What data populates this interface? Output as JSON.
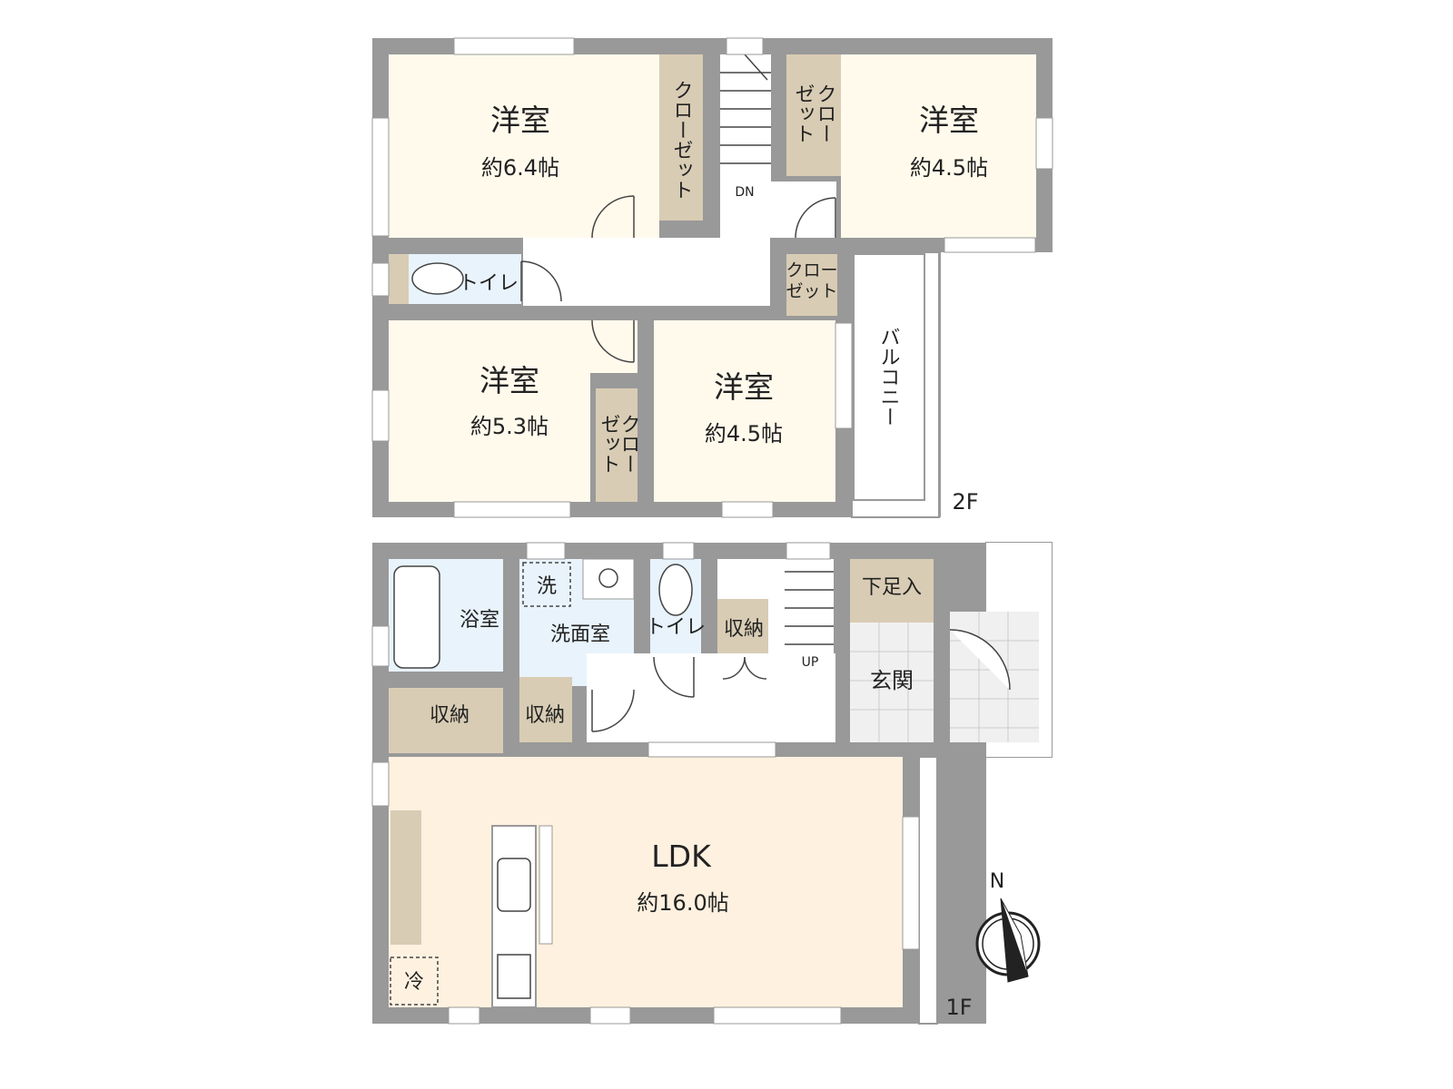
{
  "floor2": {
    "floor_label": "2F",
    "rooms": [
      {
        "id": "r1",
        "name": "洋室",
        "size": "約6.4帖"
      },
      {
        "id": "r2",
        "name": "洋室",
        "size": "約4.5帖"
      },
      {
        "id": "r3",
        "name": "洋室",
        "size": "約5.3帖"
      },
      {
        "id": "r4",
        "name": "洋室",
        "size": "約4.5帖"
      }
    ],
    "toilet": "トイレ",
    "closet_long": "クローゼット",
    "closet_col1": "クロー",
    "closet_col2": "ゼット",
    "balcony": "バルコニー",
    "stairs": "DN"
  },
  "floor1": {
    "floor_label": "1F",
    "ldk": {
      "name": "LDK",
      "size": "約16.0帖"
    },
    "bath": "浴室",
    "washroom": "洗面室",
    "washer": "洗",
    "toilet": "トイレ",
    "storage": "収納",
    "shoe_storage": "下足入",
    "entrance": "玄関",
    "fridge": "冷",
    "stairs": "UP"
  },
  "compass": {
    "north": "N"
  },
  "colors": {
    "wall": "#999999",
    "western_room": "#fffaec",
    "storage": "#d8ccb4",
    "wet_area": "#e8f3fc",
    "ldk": "#fff1e0",
    "entrance_tile": "#f0f0f0"
  }
}
